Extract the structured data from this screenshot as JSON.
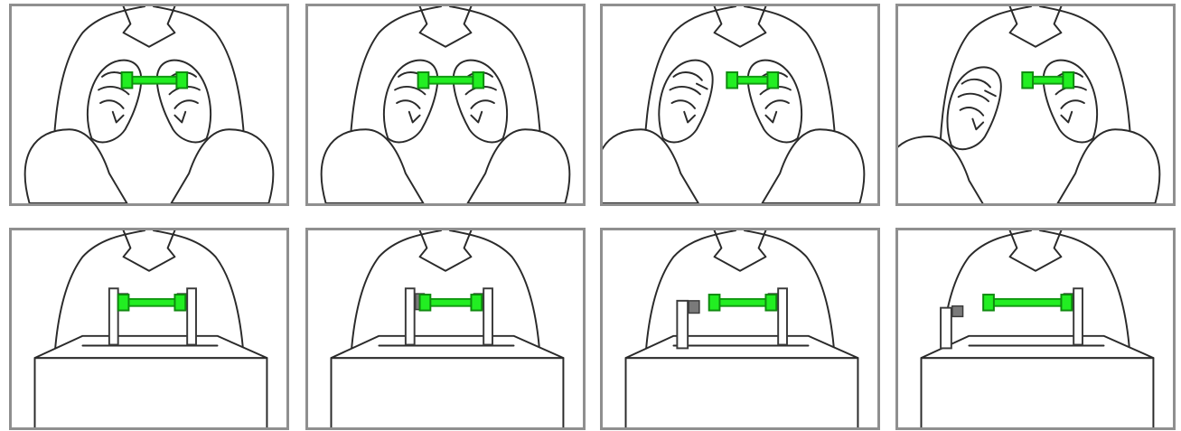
{
  "figure": {
    "rows": [
      {
        "row_id": "hands",
        "panels": [
          {
            "step": 1,
            "left_end_attached": true
          },
          {
            "step": 2,
            "left_end_attached": true
          },
          {
            "step": 3,
            "left_end_attached": false
          },
          {
            "step": 4,
            "left_end_attached": false
          }
        ]
      },
      {
        "row_id": "fixture",
        "panels": [
          {
            "step": 1,
            "left_end_attached": true
          },
          {
            "step": 2,
            "left_end_attached": true
          },
          {
            "step": 3,
            "left_end_attached": false
          },
          {
            "step": 4,
            "left_end_attached": false
          }
        ]
      }
    ],
    "colors": {
      "part": "#22ee22",
      "part_outline": "#0e8a0e",
      "frame": "#8f8f8f",
      "ink": "#2a2a2a",
      "clamp": "#7a7a7a"
    }
  }
}
